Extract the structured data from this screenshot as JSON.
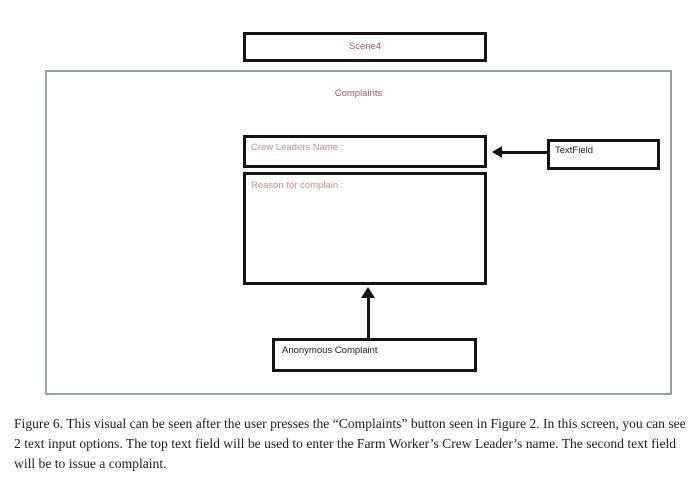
{
  "diagram": {
    "scene_box": {
      "label": "Scene4"
    },
    "screen": {
      "title": "Complaints",
      "crew_field": {
        "label": "Crew Leaders Name :"
      },
      "reason_field": {
        "label": "Reason for complain :"
      }
    },
    "annotations": {
      "textfield": {
        "label": "TextField"
      },
      "anonymous": {
        "label": "Anonymous Complaint"
      }
    }
  },
  "caption": {
    "text": "Figure 6. This visual can be seen after the user presses the “Complaints” button seen in Figure 2. In this screen, you can see 2 text input options. The top text field will be used to enter the Farm Worker’s Crew Leader’s name. The second text field will be to issue a complaint."
  },
  "colors": {
    "diagram_title_red": "#a4565c",
    "field_label_pink": "#c48d90",
    "box_border_black": "#141414",
    "outer_frame_gray": "#9aa0a3",
    "caption_text": "#1c1c28"
  }
}
